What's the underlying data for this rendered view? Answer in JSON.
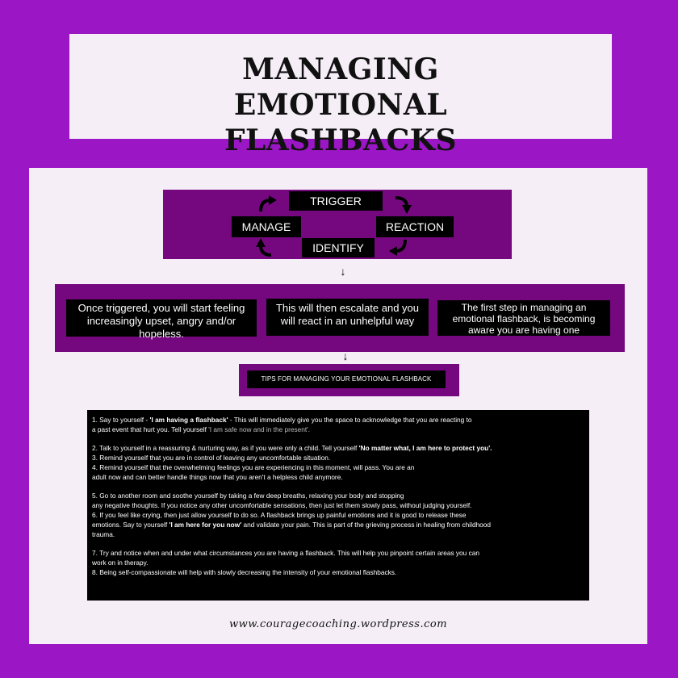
{
  "title": "MANAGING EMOTIONAL FLASHBACKS",
  "cycle": {
    "trigger": "TRIGGER",
    "reaction": "REACTION",
    "identify": "IDENTIFY",
    "manage": "MANAGE"
  },
  "arrows": {
    "down": "↓"
  },
  "steps": [
    "Once triggered, you will start feeling increasingly upset, angry and/or hopeless.",
    "This will then escalate and you will react in an unhelpful way",
    "The first step in managing an emotional flashback, is becoming aware you are having one"
  ],
  "tips_heading": "TIPS FOR MANAGING YOUR EMOTIONAL FLASHBACK",
  "tips": {
    "t1a": "1.  Say to yourself - ",
    "t1b": "'I am having a flashback'",
    "t1c": " - This will immediately give you the space to acknowledge that you are reacting to",
    "t1d": "a past event that hurt you. Tell yourself ",
    "t1e": "'I am safe now and in the present'.",
    "t2a": "2. Talk to yourself in a reassuring & nurturing way, as if you were only a child. Tell yourself ",
    "t2b": "'No matter what, I am here to protect you'.",
    "t3": "3. Remind yourself that you are in control of leaving any uncomfortable situation.",
    "t4a": "4. Remind yourself that the overwhelming feelings you are experiencing in this moment, will pass. You are an",
    "t4b": "adult now and can better handle things now that you aren't a helpless child anymore.",
    "t5a": "5. Go to another room and soothe yourself by taking a few deep breaths, relaxing your body and stopping",
    "t5b": "any negative thoughts. If you notice any other uncomfortable sensations, then just let them slowly pass, without judging yourself.",
    "t6a": "6. If you feel like crying, then just allow yourself to do so. A flashback brings up painful emotions and it is good to release these",
    "t6b": "emotions. Say to yourself ",
    "t6c": "'I am here for you now'",
    "t6d": " and validate your pain. This is part of the grieving process in healing from childhood",
    "t6e": "trauma.",
    "t7a": "7. Try and notice when and under what circumstances you are having a flashback. This will help you pinpoint certain areas you can",
    "t7b": "work on in therapy.",
    "t8": "8. Being self-compassionate will help with slowly decreasing the intensity of your emotional flashbacks."
  },
  "website": "www.couragecoaching.wordpress.com",
  "colors": {
    "background": "#9b16c4",
    "panel": "#f5eef7",
    "box": "#76087f",
    "text_box": "#000000"
  }
}
